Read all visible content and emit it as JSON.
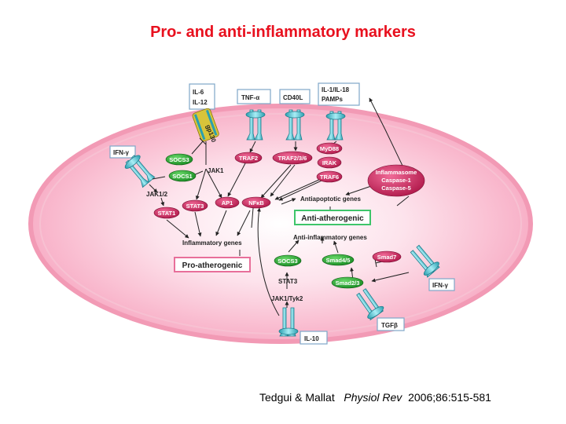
{
  "title": "Pro- and anti-inflammatory markers",
  "citation": {
    "authors": "Tedgui & Mallat",
    "journal": "Physiol Rev",
    "ref": "2006;86:515-581"
  },
  "ligands": {
    "il6": "IL-6",
    "il12": "IL-12",
    "tnf": "TNF-α",
    "cd40l": "CD40L",
    "il1": "IL-1/IL-18",
    "pamps": "PAMPs",
    "ifn_left": "IFN-γ",
    "ifn_right": "IFN-γ",
    "il10": "IL-10",
    "tgf": "TGFβ"
  },
  "receptor_label": "gp130",
  "nodes": {
    "socs3_top": "SOCS3",
    "socs1": "SOCS1",
    "traf2": "TRAF2",
    "traf236": "TRAF2/3/6",
    "myd88": "MyD88",
    "irak": "IRAK",
    "traf6": "TRAF6",
    "stat1": "STAT1",
    "stat3": "STAT3",
    "ap1": "AP1",
    "nfkb": "NFκB",
    "socs3_bottom": "SOCS3",
    "smad47": "Smad4/5",
    "smad7": "Smad7",
    "smad23": "Smad2/3"
  },
  "inflammasome": {
    "line1": "Inflammasome",
    "line2": "Caspase-1",
    "line3": "Caspase-5"
  },
  "labels": {
    "jak1": "JAK1",
    "jak12": "JAK1/2",
    "antiapoptotic": "Antiapoptotic genes",
    "anti_athero": "Anti-atherogenic",
    "antiinflam": "Anti-inflammatory genes",
    "inflam_genes": "Inflammatory genes",
    "pro_athero": "Pro-atherogenic",
    "stat3_text": "STAT3",
    "jak1tyk2": "JAK1/Tyk2"
  }
}
